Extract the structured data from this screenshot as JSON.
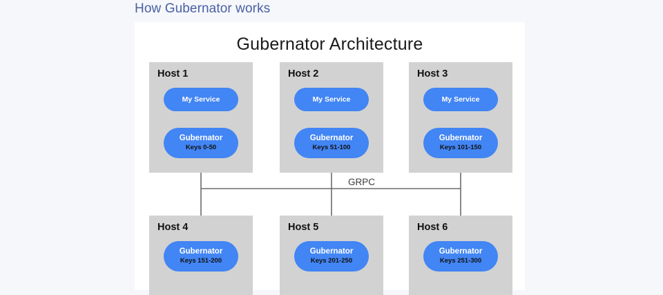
{
  "page": {
    "heading": "How Gubernator works",
    "background_color": "#f5f7fa",
    "heading_color": "#4a5fa5"
  },
  "diagram": {
    "title": "Gubernator Architecture",
    "card_background": "#ffffff",
    "host_box_color": "#d2d2d2",
    "pill_color": "#4285f4",
    "connector_color": "#6b6b6b",
    "bus_label": "GRPC",
    "hosts": [
      {
        "id": "host-1",
        "label": "Host 1",
        "row": "top",
        "column": 1,
        "service": {
          "title": "My Service"
        },
        "gubernator": {
          "title": "Gubernator",
          "keys": "Keys 0-50"
        }
      },
      {
        "id": "host-2",
        "label": "Host 2",
        "row": "top",
        "column": 2,
        "service": {
          "title": "My Service"
        },
        "gubernator": {
          "title": "Gubernator",
          "keys": "Keys 51-100"
        }
      },
      {
        "id": "host-3",
        "label": "Host 3",
        "row": "top",
        "column": 3,
        "service": {
          "title": "My Service"
        },
        "gubernator": {
          "title": "Gubernator",
          "keys": "Keys 101-150"
        }
      },
      {
        "id": "host-4",
        "label": "Host 4",
        "row": "bottom",
        "column": 1,
        "gubernator": {
          "title": "Gubernator",
          "keys": "Keys 151-200"
        }
      },
      {
        "id": "host-5",
        "label": "Host 5",
        "row": "bottom",
        "column": 2,
        "gubernator": {
          "title": "Gubernator",
          "keys": "Keys 201-250"
        }
      },
      {
        "id": "host-6",
        "label": "Host 6",
        "row": "bottom",
        "column": 3,
        "gubernator": {
          "title": "Gubernator",
          "keys": "Keys 251-300"
        }
      }
    ]
  }
}
